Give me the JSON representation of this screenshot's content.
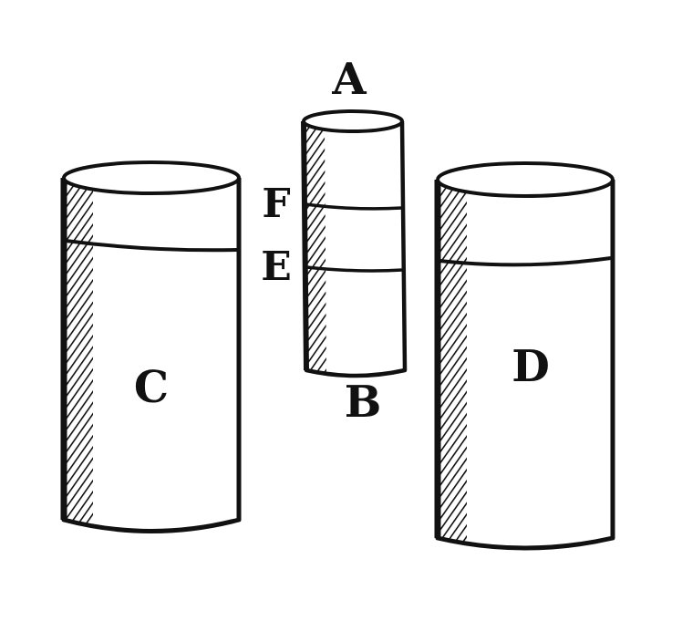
{
  "figure": {
    "labels": {
      "a": "A",
      "b": "B",
      "c": "C",
      "d": "D",
      "e": "E",
      "f": "F"
    },
    "colors": {
      "ink": "#111111",
      "paper": "#ffffff"
    }
  }
}
